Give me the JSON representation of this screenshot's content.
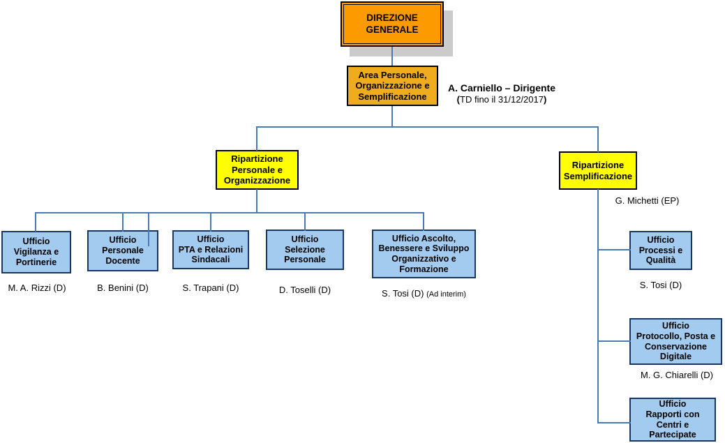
{
  "colors": {
    "orange": "#FD9A00",
    "amber": "#EFAC1D",
    "yellow": "#FFFF00",
    "light_blue": "#A3CAEF",
    "box_border_blue": "#17375D",
    "line_blue": "#4A7AB5",
    "shadow_gray": "#CBCBCB"
  },
  "chart": {
    "root": {
      "title": "DIREZIONE\nGENERALE"
    },
    "area": {
      "title": "Area Personale,\nOrganizzazione e\nSemplificazione",
      "manager_name": "A. Carniello – Dirigente",
      "term_open": "(",
      "term_text": "TD fino il 31/12/2017",
      "term_close": ")"
    },
    "left_branch": {
      "title": "Ripartizione\nPersonale e\nOrganizzazione",
      "offices": [
        {
          "title": "Ufficio\nVigilanza e\nPortinerie",
          "manager": "M. A. Rizzi (D)"
        },
        {
          "title": "Ufficio\nPersonale\nDocente",
          "manager": "B. Benini (D)"
        },
        {
          "title": "Ufficio\nPTA e Relazioni\nSindacali",
          "manager": "S. Trapani (D)"
        },
        {
          "title": "Ufficio\nSelezione\nPersonale",
          "manager": "D. Toselli (D)"
        },
        {
          "title": "Ufficio Ascolto,\nBenessere e Sviluppo\nOrganizzativo e\nFormazione",
          "manager": "S. Tosi (D)",
          "manager_note": "(Ad interim)"
        }
      ]
    },
    "right_branch": {
      "title": "Ripartizione\nSemplificazione",
      "manager": "G. Michetti (EP)",
      "offices": [
        {
          "title": "Ufficio\nProcessi e\nQualità",
          "manager": "S. Tosi (D)"
        },
        {
          "title": "Ufficio\nProtocollo, Posta e\nConservazione\nDigitale",
          "manager": "M. G. Chiarelli (D)"
        },
        {
          "title": "Ufficio\nRapporti con\nCentri e\nPartecipate"
        }
      ]
    }
  }
}
